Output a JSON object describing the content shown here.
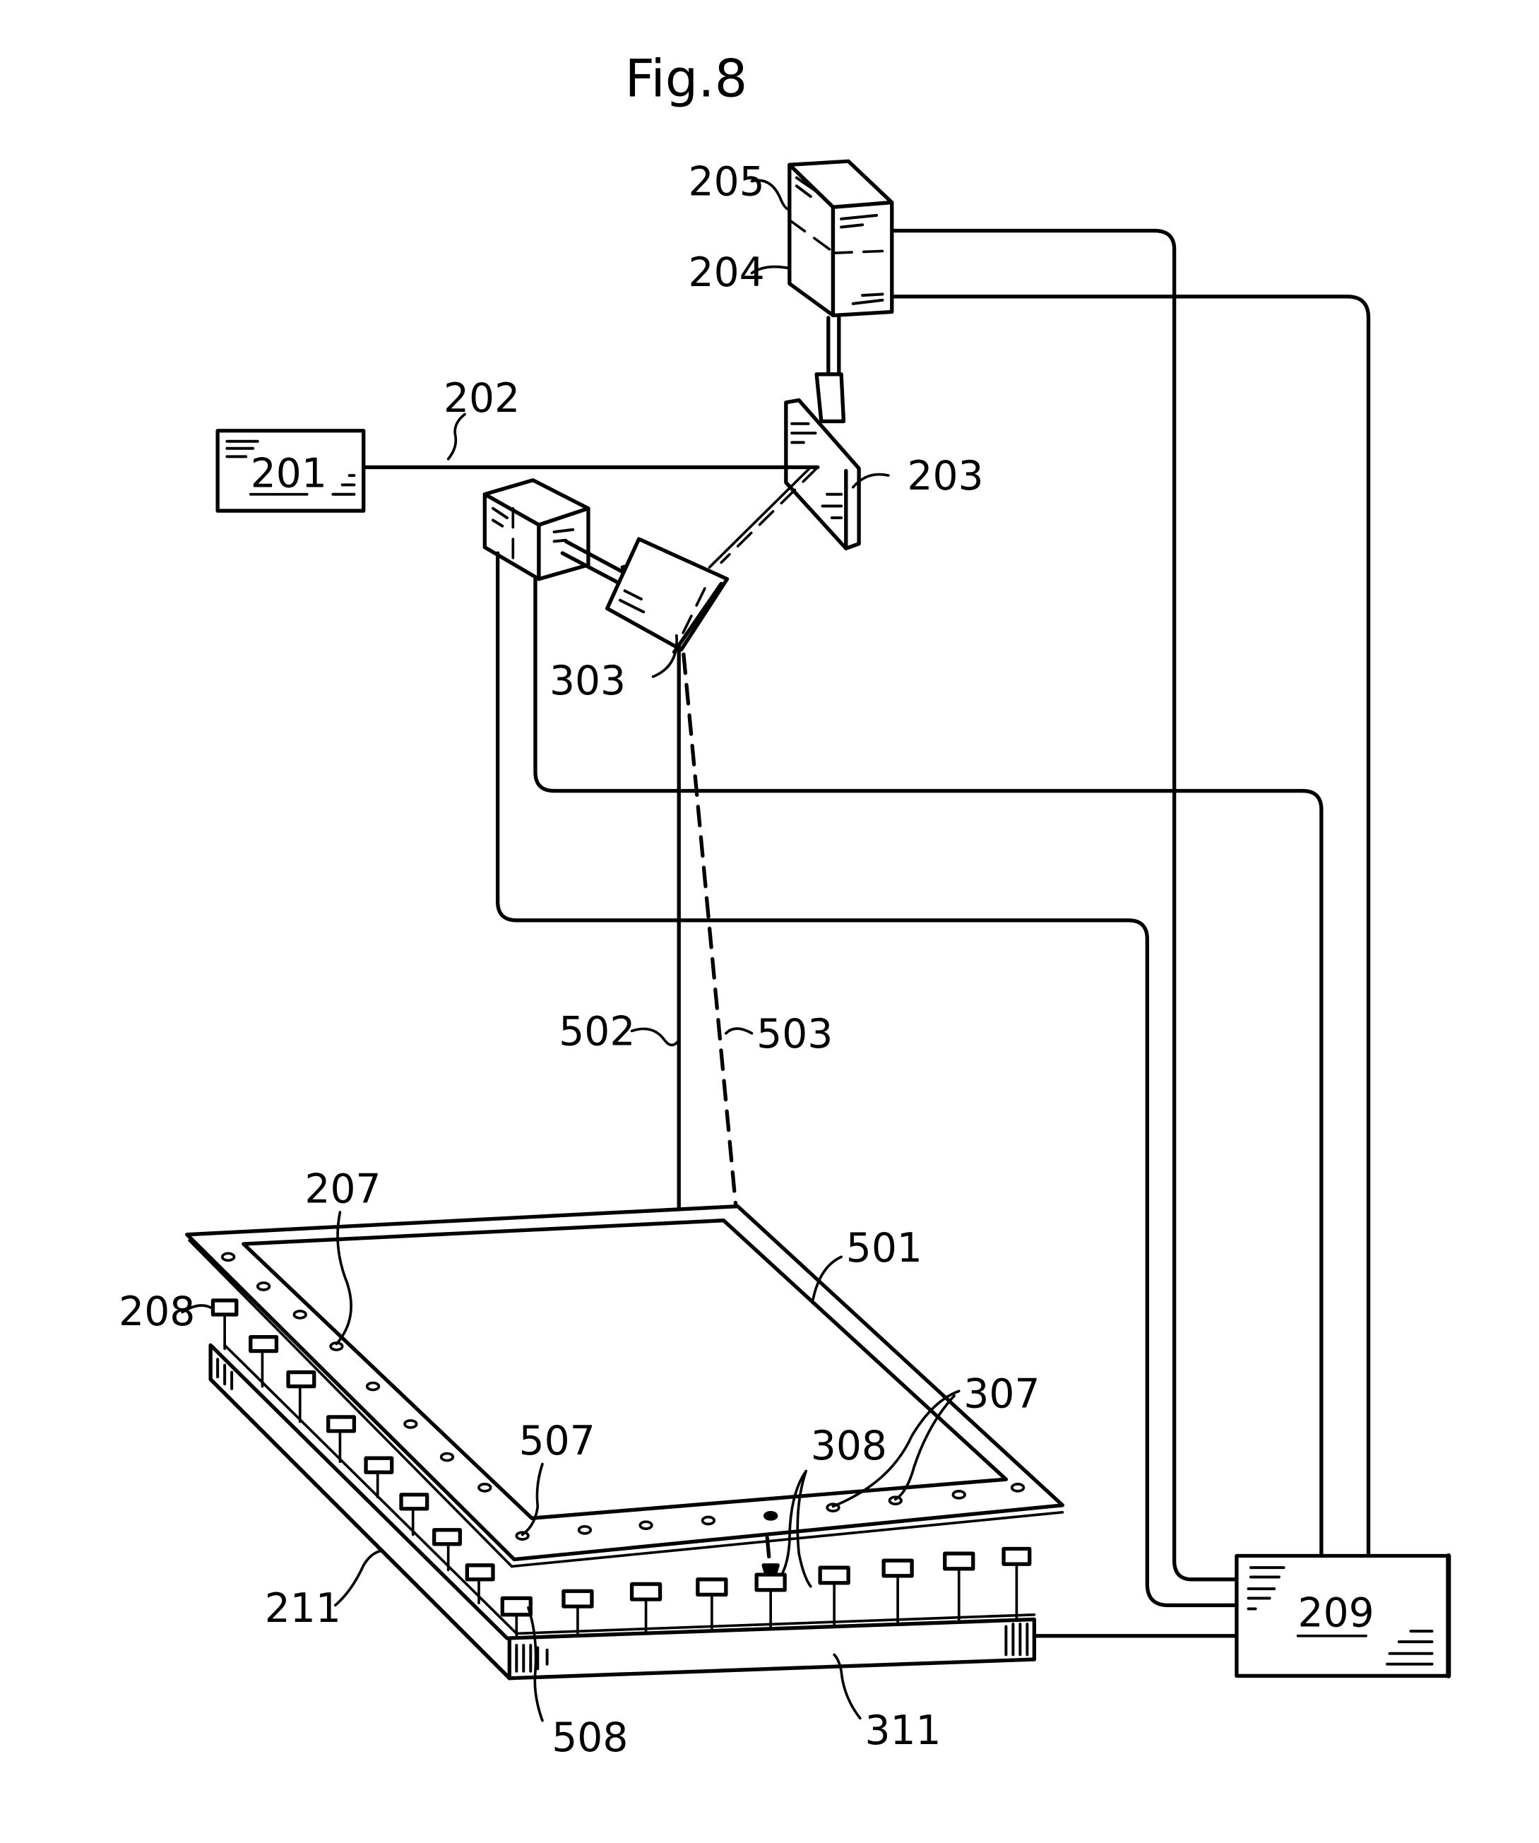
{
  "figure": {
    "title": "Fig.8",
    "colors": {
      "ink": "#000000",
      "paper": "#ffffff"
    }
  },
  "labels": {
    "l201": "201",
    "l202": "202",
    "l203": "203",
    "l204": "204",
    "l205": "205",
    "l207": "207",
    "l208": "208",
    "l209": "209",
    "l211": "211",
    "l303": "303",
    "l307": "307",
    "l308": "308",
    "l311": "311",
    "l501": "501",
    "l502": "502",
    "l503": "503",
    "l507": "507",
    "l508": "508"
  }
}
